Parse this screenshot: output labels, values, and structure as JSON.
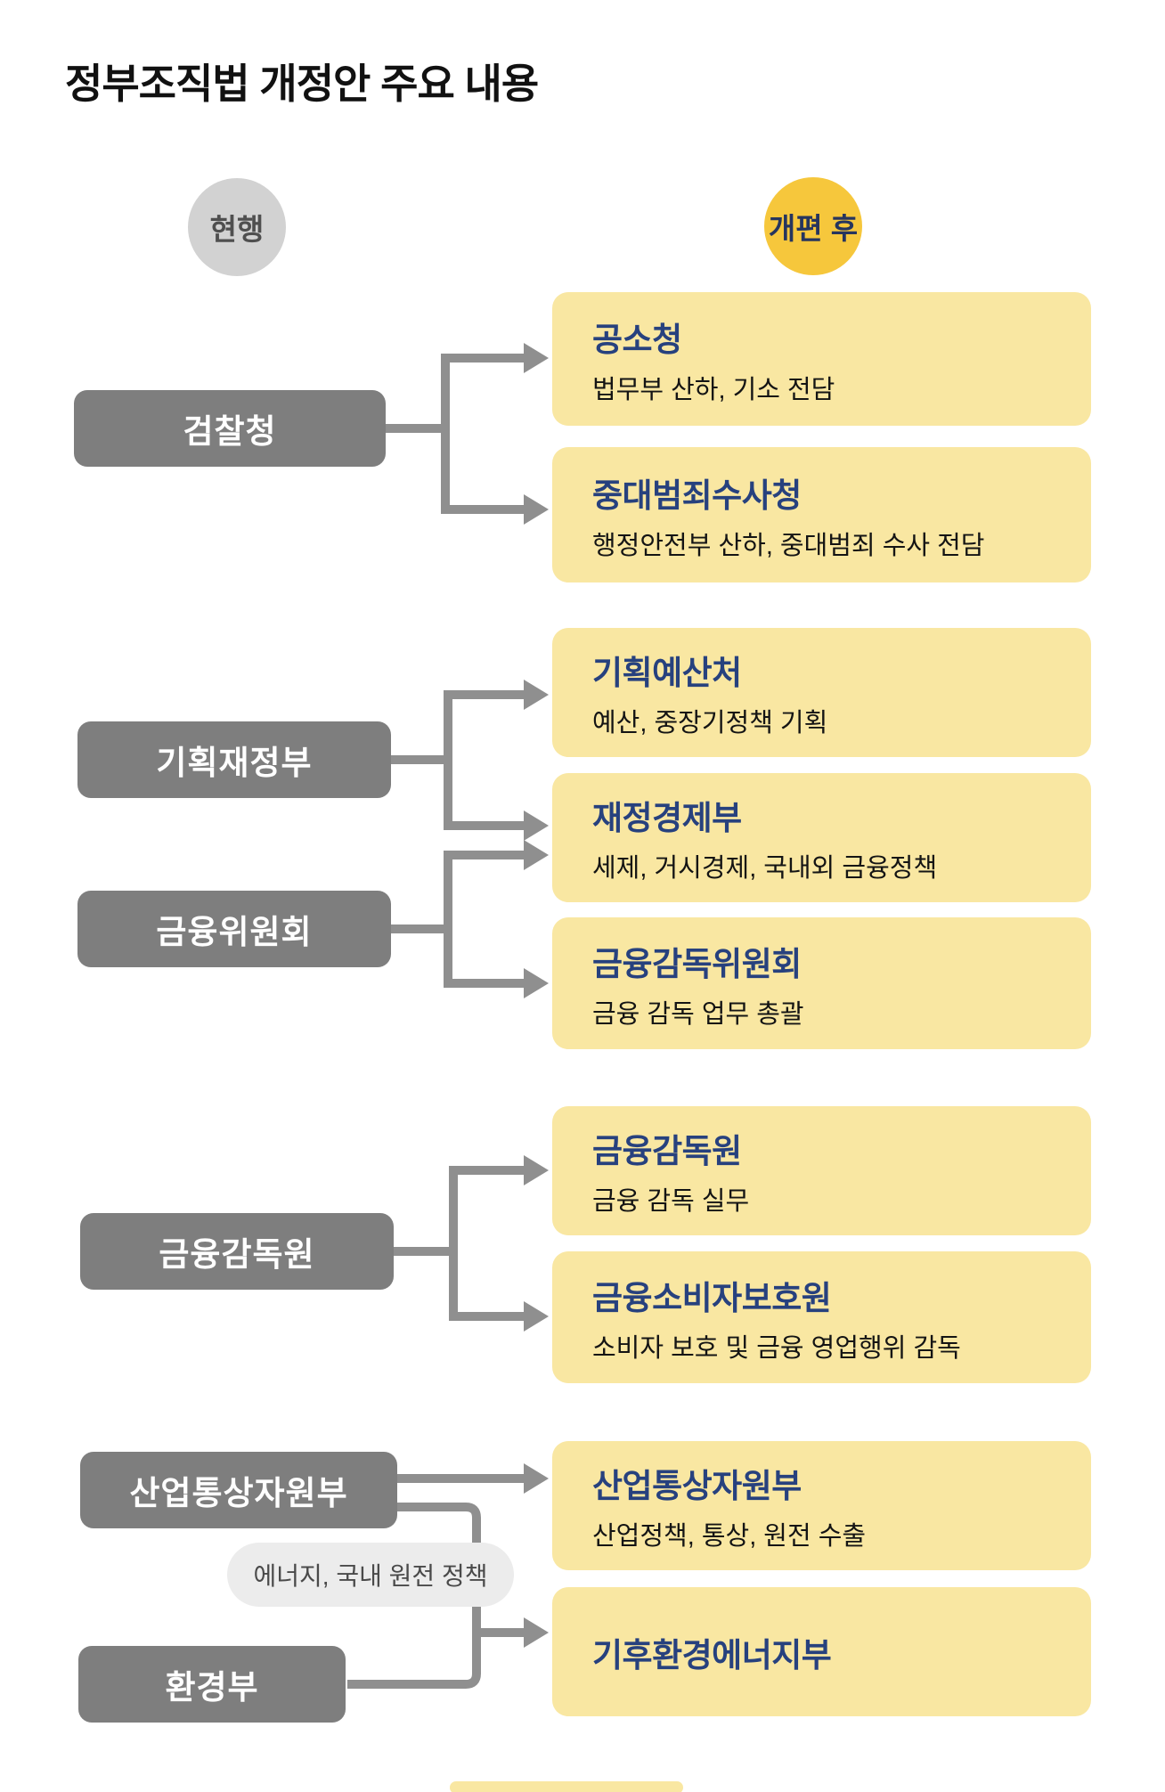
{
  "title": "정부조직법 개정안 주요 내용",
  "legend": {
    "current": "현행",
    "after": "개편 후"
  },
  "groups": [
    {
      "sources": [
        "검찰청"
      ],
      "targets": [
        {
          "title": "공소청",
          "desc": "법무부 산하, 기소 전담"
        },
        {
          "title": "중대범죄수사청",
          "desc": "행정안전부 산하, 중대범죄 수사 전담"
        }
      ]
    },
    {
      "sources": [
        "기획재정부",
        "금융위원회"
      ],
      "targets": [
        {
          "title": "기획예산처",
          "desc": "예산, 중장기정책 기획"
        },
        {
          "title": "재정경제부",
          "desc": "세제, 거시경제, 국내외 금융정책"
        },
        {
          "title": "금융감독위원회",
          "desc": "금융 감독 업무 총괄"
        }
      ]
    },
    {
      "sources": [
        "금융감독원"
      ],
      "targets": [
        {
          "title": "금융감독원",
          "desc": "금융 감독 실무"
        },
        {
          "title": "금융소비자보호원",
          "desc": "소비자 보호 및 금융 영업행위 감독"
        }
      ]
    },
    {
      "sources": [
        "산업통상자원부",
        "환경부"
      ],
      "note": "에너지, 국내 원전 정책",
      "targets": [
        {
          "title": "산업통상자원부",
          "desc": "산업정책, 통상, 원전 수출"
        },
        {
          "title": "기후환경에너지부"
        }
      ]
    }
  ],
  "colors": {
    "accent_yellow": "#f6c73c",
    "box_yellow": "#f9e7a2",
    "navy_text": "#27417e",
    "gray_box": "#7e7e7e",
    "connector_gray": "#8f8f8f",
    "legend_gray": "#d2d2d2",
    "note_pill": "#ececec"
  }
}
